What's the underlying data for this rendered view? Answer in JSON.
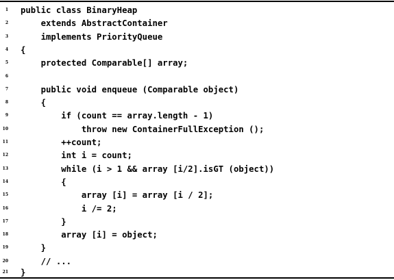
{
  "listing": {
    "lines": [
      {
        "number": "1",
        "text": "public class BinaryHeap"
      },
      {
        "number": "2",
        "text": "    extends AbstractContainer"
      },
      {
        "number": "3",
        "text": "    implements PriorityQueue"
      },
      {
        "number": "4",
        "text": "{"
      },
      {
        "number": "5",
        "text": "    protected Comparable[] array;"
      },
      {
        "number": "6",
        "text": ""
      },
      {
        "number": "7",
        "text": "    public void enqueue (Comparable object)"
      },
      {
        "number": "8",
        "text": "    {"
      },
      {
        "number": "9",
        "text": "        if (count == array.length - 1)"
      },
      {
        "number": "10",
        "text": "            throw new ContainerFullException ();"
      },
      {
        "number": "11",
        "text": "        ++count;"
      },
      {
        "number": "12",
        "text": "        int i = count;"
      },
      {
        "number": "13",
        "text": "        while (i > 1 && array [i/2].isGT (object))"
      },
      {
        "number": "14",
        "text": "        {"
      },
      {
        "number": "15",
        "text": "            array [i] = array [i / 2];"
      },
      {
        "number": "16",
        "text": "            i /= 2;"
      },
      {
        "number": "17",
        "text": "        }"
      },
      {
        "number": "18",
        "text": "        array [i] = object;"
      },
      {
        "number": "19",
        "text": "    }"
      },
      {
        "number": "20",
        "text": "    // ..."
      },
      {
        "number": "21",
        "text": "}"
      }
    ]
  }
}
